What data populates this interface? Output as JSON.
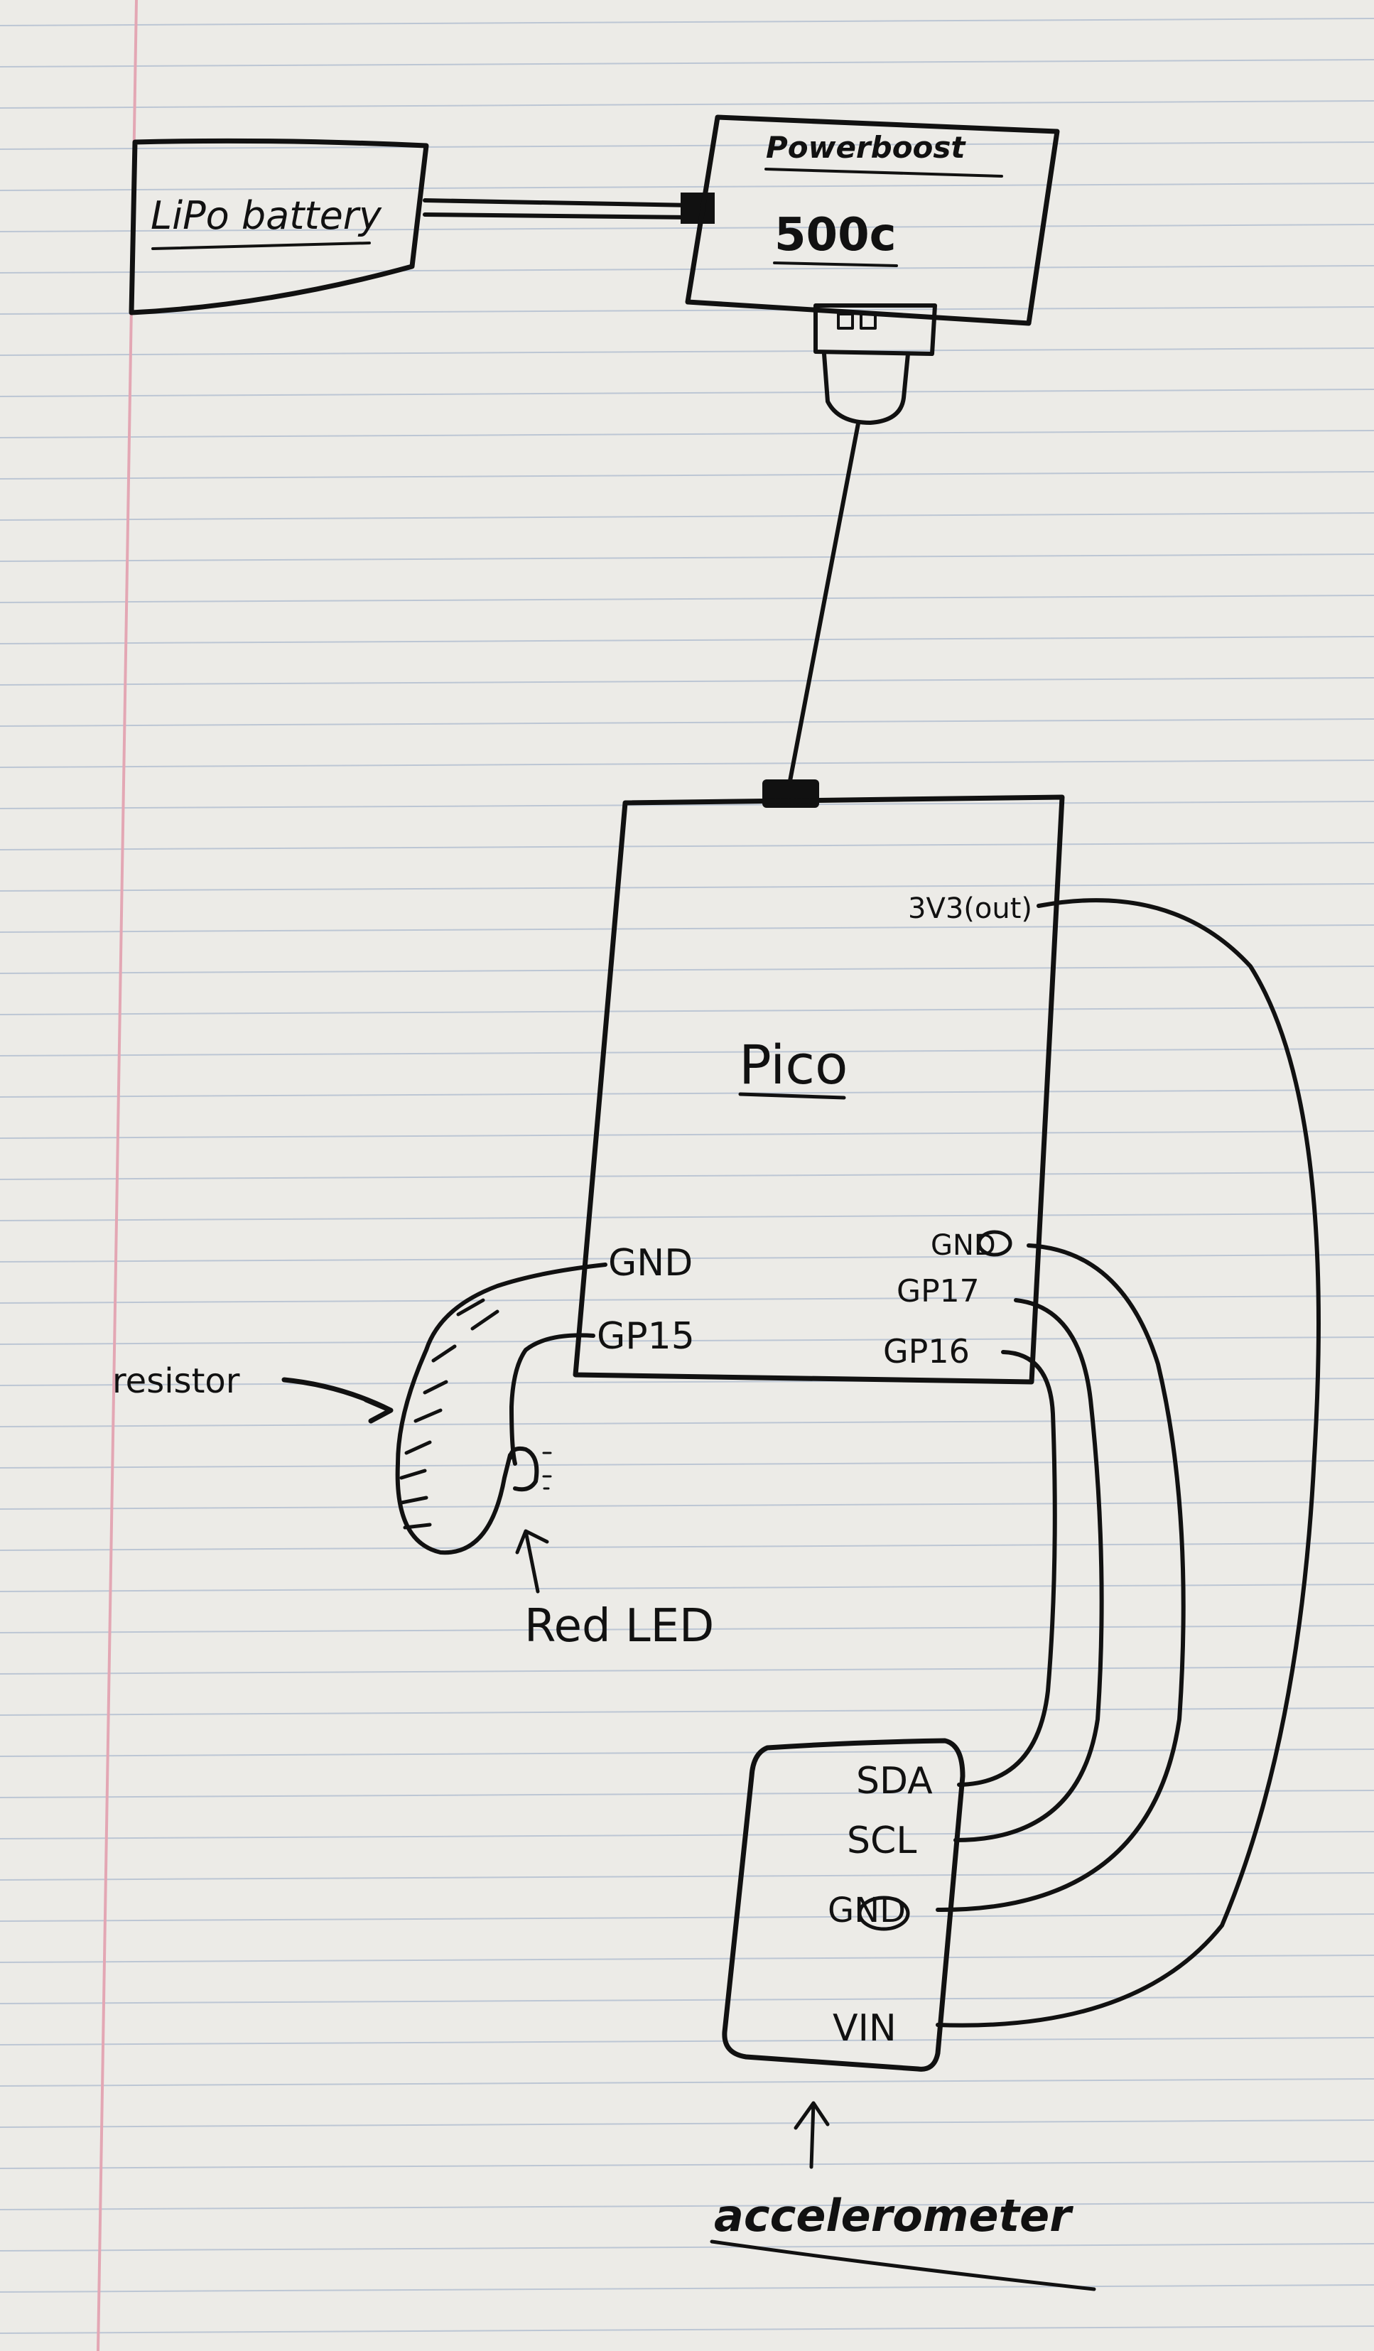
{
  "colors": {
    "paper": "#ecebe7",
    "rule_line": "#a9b7cc",
    "margin_line": "#e3a7b4",
    "ink": "#111111"
  },
  "components": {
    "battery": {
      "label": "LiPo battery"
    },
    "powerboost": {
      "label_line1": "Powerboost",
      "label_line2": "500c",
      "connector_icon": "usb-connector-icon"
    },
    "pico": {
      "label": "Pico",
      "pins_right": [
        "3V3(out)",
        "GND",
        "GP17",
        "GP16"
      ],
      "pins_left": [
        "GND",
        "GP15"
      ]
    },
    "accelerometer": {
      "label": "accelerometer",
      "pins": [
        "SDA",
        "SCL",
        "GND",
        "VIN"
      ]
    }
  },
  "annotations": {
    "resistor": "resistor",
    "led": "Red LED"
  }
}
